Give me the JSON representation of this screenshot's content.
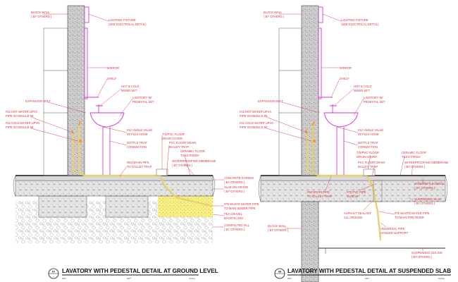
{
  "left_detail": {
    "labels": {
      "block_wall": "BLOCK WALL",
      "block_wall_sub": "( BY OTHERS )",
      "lighting_fixture": "LIGHTING FIXTURE",
      "lighting_fixture_sub": "(SEE ELECTRICAL DETAIL)",
      "mirror": "MIRROR",
      "shelf": "SHELF",
      "hot_cold_mixer": "HOT & COLD",
      "hot_cold_mixer_sub": "MIXER SET",
      "lavatory": "LAVATORY W/",
      "lavatory_sub": "PEDESTAL SET",
      "expansion_bolt": "EXPANSION BOLT",
      "hot_water": "#12 HOT WATER UPVC",
      "hot_water_sub": "PIPE SCHEDULE 80",
      "cold_water": "#12 COLD WATER UPVC",
      "cold_water_sub": "PIPE SCHEDULE 80",
      "angle_valve": "#12 ANGLE VALVE",
      "angle_valve_sub": "W/ FLEX HOSE",
      "bottle_trap": "BOTTLE TRAP",
      "bottle_trap_sub": "CONNECTION",
      "floor_drain_cover": "T/S/PVC FLOOR",
      "floor_drain_cover_sub": "DRAIN COVER",
      "floor_drain_trap": "PVC FLOOR DRAIN",
      "floor_drain_trap_sub": "BALLEY TRAP",
      "ceramic_tiles": "CERAMIC FLOOR",
      "ceramic_tiles_sub": "TILES FINISH",
      "drain_pipe": "#50 DRAIN PIPE",
      "drain_pipe_sub": "TO GALLEY TRAP",
      "waterproofing": "WATERPROOFING MEMBRANE",
      "waterproofing_sub": "( BY OTHERS )",
      "screed": "CONCRETE SCREED",
      "screed_sub": "( BY OTHERS )",
      "slab": "SLAB ON GRADE",
      "slab_sub": "( BY OTHERS )",
      "waste_pipe": "#75 WASTE WATER PIPE",
      "waste_pipe_sub": "TO MAIN SEWER PIPE",
      "backfilling": "PEA GRAVEL",
      "backfilling_sub": "BACKFILLING",
      "compacted_fill": "COMPACTED FILL",
      "compacted_fill_sub": "( BY OTHERS )"
    },
    "title": "LAVATORY WITH PEDESTAL DETAIL AT GROUND LEVEL",
    "bubble_top": "07",
    "bubble_bottom": "-",
    "scale_left": "DWT",
    "scale_mid": "DWT",
    "scale_right": "SCALE"
  },
  "right_detail": {
    "labels": {
      "block_wall": "BLOCK WALL",
      "block_wall_sub": "( BY OTHERS )",
      "lighting_fixture": "LIGHTING FIXTURE",
      "lighting_fixture_sub": "(SEE ELECTRICAL DETAIL)",
      "mirror": "MIRROR",
      "shelf": "SHELF",
      "hot_cold_mixer": "HOT & COLD",
      "hot_cold_mixer_sub": "MIXER SET",
      "lavatory": "LAVATORY W/",
      "lavatory_sub": "PEDESTAL SET",
      "expansion_bolt": "EXPANSION BOLT",
      "hot_water": "#12 HOT WATER UPVC",
      "hot_water_sub": "PIPE SCHEDULE 80",
      "cold_water": "#12 COLD WATER UPVC",
      "cold_water_sub": "PIPE SCHEDULE 80",
      "angle_valve": "#12 ANGLE VALVE",
      "angle_valve_sub": "W/ FLEX HOSE",
      "bottle_trap": "BOTTLE TRAP",
      "bottle_trap_sub": "CONNECTION",
      "floor_drain_cover": "T/S/PVC FLOOR",
      "floor_drain_cover_sub": "DRAIN COVER",
      "floor_drain_trap": "PVC FLOOR DRAIN",
      "floor_drain_trap_sub": "BALLEY TRAP",
      "ceramic_tiles": "CERAMIC FLOOR",
      "ceramic_tiles_sub": "TILES FINISH",
      "waterproofing": "WATERPROOFING MEMBRANE",
      "waterproofing_sub": "( BY OTHERS )",
      "screed": "CONCRETE SCREED",
      "screed_sub": "( BY OTHERS )",
      "drain_pipe": "#50 DRAIN PIPE",
      "drain_pipe_sub": "TO GALLEY TRAP",
      "pipe_sleeve": "#75 PVC PIPE",
      "pipe_sleeve_sub": "SLEEVE",
      "sealant": "ASPHALT SEALANT",
      "sealant_sub": "ALL AROUND",
      "suspended_slab": "SUSPENDED SLAB",
      "suspended_slab_sub": "( BY OTHERS )",
      "waste_pipe": "#75 WASTE WATER PIPE",
      "waste_pipe_sub": "TO MAIN PIPE RISER",
      "hanger": "UNIVERSAL PIPE",
      "hanger_sub": "HANGER SUPPORT",
      "block_wall_lower": "BLOCK WALL",
      "block_wall_lower_sub": "( BY OTHERS )",
      "ceiling": "SUSPENDED CEILING",
      "ceiling_sub": "( BY OTHERS )"
    },
    "title": "LAVATORY WITH PEDESTAL DETAIL AT SUSPENDED SLAB",
    "bubble_top": "08",
    "bubble_bottom": "-",
    "scale_left": "DWT",
    "scale_mid": "DWT",
    "scale_right": "SCALE"
  },
  "colors": {
    "label_red": "#e0313a",
    "fixture_magenta": "#d23ad2",
    "pipe_yellow": "#e8d070",
    "gravel_yellow": "#f7ef86",
    "hatch_gray": "#6f6f6f"
  }
}
